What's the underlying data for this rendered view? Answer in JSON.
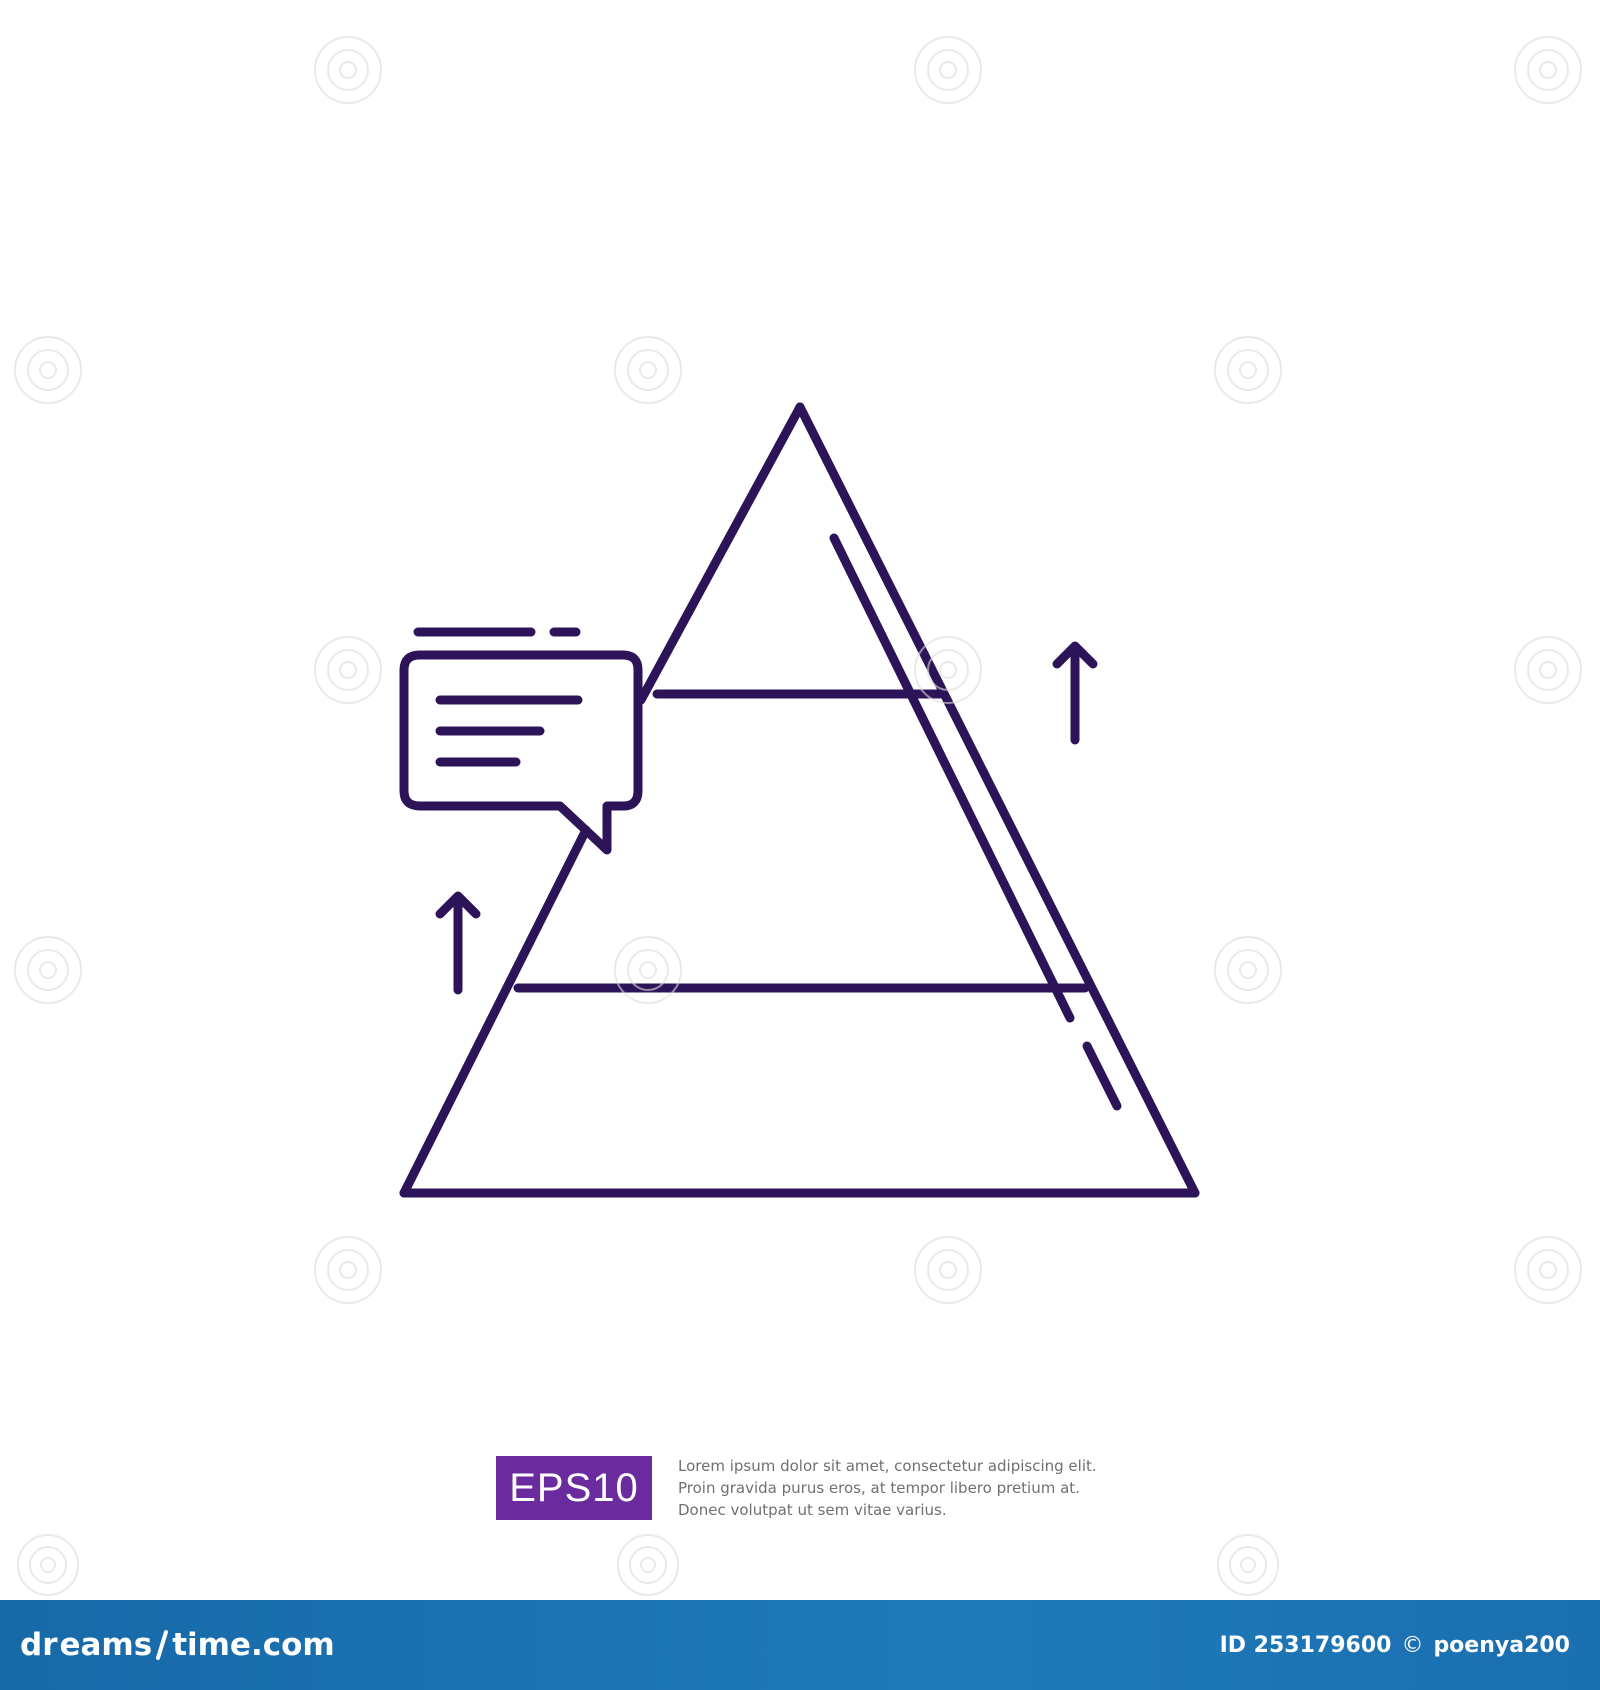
{
  "badge": {
    "label": "EPS10",
    "color": "#6a2b9e"
  },
  "description": {
    "lines": [
      "Lorem ipsum dolor sit amet, consectetur adipiscing elit.",
      "Proin gravida purus eros, at tempor libero pretium at.",
      "Donec volutpat ut sem vitae varius."
    ]
  },
  "footer": {
    "brand_prefix": "dr",
    "brand_middle": "eams",
    "brand_suffix": "time.com",
    "image_id": "ID 253179600",
    "copyright_symbol": "©",
    "author": "poenya200",
    "background": "#1f7ab9"
  },
  "illustration": {
    "icon": "pyramid-hierarchy-chat-icon",
    "stroke_color": "#2d1458"
  }
}
